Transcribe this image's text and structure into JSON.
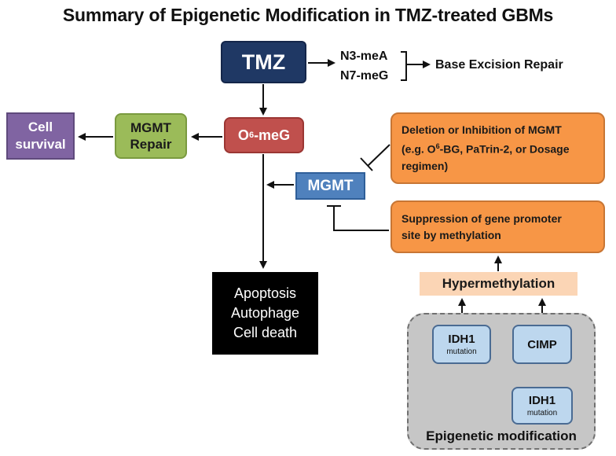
{
  "title": "Summary of Epigenetic Modification in TMZ-treated GBMs",
  "nodes": {
    "tmz": "TMZ",
    "n3": "N3-meA",
    "n7": "N7-meG",
    "ber": "Base Excision Repair",
    "o6_prefix": "O",
    "o6_sup": "6",
    "o6_suffix": "-meG",
    "mgmt_repair_line1": "MGMT",
    "mgmt_repair_line2": "Repair",
    "cell_survival_line1": "Cell",
    "cell_survival_line2": "survival",
    "mgmt": "MGMT",
    "apoptosis_line1": "Apoptosis",
    "apoptosis_line2": "Autophage",
    "apoptosis_line3": "Cell death",
    "deletion_line1": "Deletion or Inhibition of MGMT",
    "deletion_line2_prefix": "(e.g. O",
    "deletion_line2_sup": "6",
    "deletion_line2_suffix": "-BG, PaTrin-2, or Dosage",
    "deletion_line3": "regimen)",
    "suppression_line1": "Suppression of gene promoter",
    "suppression_line2": "site by methylation",
    "hypermethylation": "Hypermethylation",
    "idh1_a": "IDH1",
    "idh1_a_sub": "mutation",
    "cimp": "CIMP",
    "idh1_b": "IDH1",
    "idh1_b_sub": "mutation",
    "epigenetic": "Epigenetic modification"
  },
  "colors": {
    "tmz": "#1f3864",
    "o6_meg": "#c0504d",
    "mgmt_repair": "#9bbb59",
    "cell_survival": "#8064a2",
    "mgmt": "#4f81bd",
    "outcome": "#000000",
    "orange_box": "#f79646",
    "hypermethylation": "#fbd5b5",
    "epigenetic_panel": "#c6c6c6",
    "idh_box": "#bdd7ee"
  }
}
